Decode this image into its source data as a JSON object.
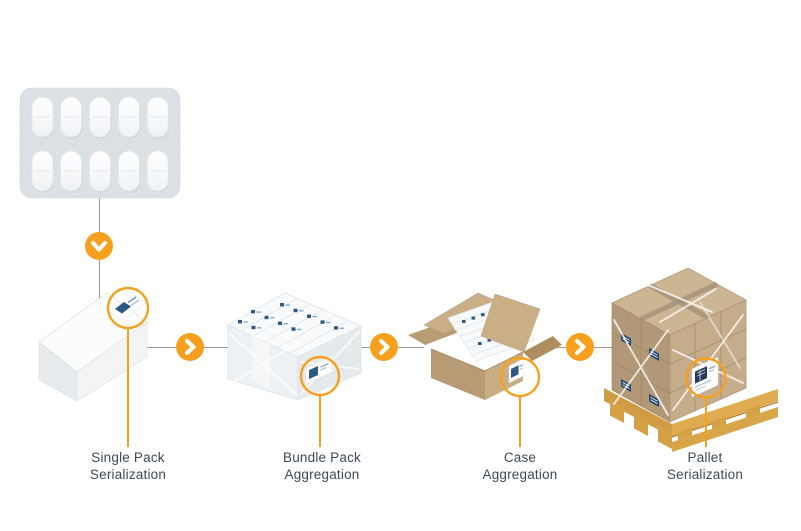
{
  "diagram": {
    "stages": [
      {
        "label_line1": "Single Pack",
        "label_line2": "Serialization"
      },
      {
        "label_line1": "Bundle Pack",
        "label_line2": "Aggregation"
      },
      {
        "label_line1": "Case",
        "label_line2": "Aggregation"
      },
      {
        "label_line1": "Pallet",
        "label_line2": "Serialization"
      }
    ],
    "icons": {
      "down_arrow": "chevron-down",
      "flow_arrow": "chevron-right",
      "highlight": "circle-outline",
      "code": "datamatrix"
    },
    "colors": {
      "accent_orange": "#F7A01E",
      "connector_gray": "#9A9A9A",
      "label_text": "#3E4A58",
      "datamatrix_blue": "#2D5A85",
      "carton_brown": "#C9AE86",
      "pallet_wood": "#E0AC51"
    }
  }
}
